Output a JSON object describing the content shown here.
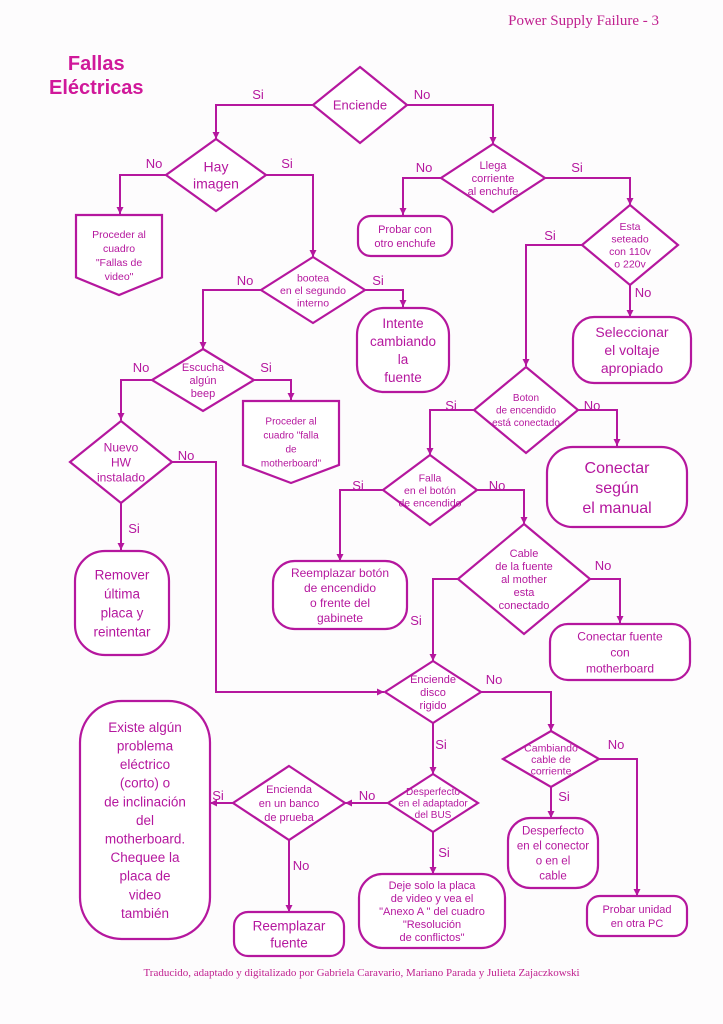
{
  "page_header": "Power Supply Failure - 3",
  "title_lines": [
    "Fallas",
    "Eléctricas"
  ],
  "footer": "Traducido, adaptado y digitalizado por Gabriela Caravario, Mariano Parada y Julieta Zajaczkowski",
  "nodes": {
    "enciende": {
      "shape": "diamond",
      "lines": [
        "Enciende"
      ]
    },
    "hay_imagen": {
      "shape": "diamond",
      "lines": [
        "Hay",
        "imagen"
      ]
    },
    "proceder_video": {
      "shape": "pentagon",
      "lines": [
        "Proceder al",
        "cuadro",
        "\"Fallas de",
        "video\""
      ]
    },
    "bootea": {
      "shape": "diamond",
      "lines": [
        "bootea",
        "en el segundo",
        "interno"
      ]
    },
    "intente_fuente": {
      "shape": "rounded",
      "lines": [
        "Intente",
        "cambiando",
        "la",
        "fuente"
      ]
    },
    "escucha_beep": {
      "shape": "diamond",
      "lines": [
        "Escucha",
        "algún",
        "beep"
      ]
    },
    "proceder_mother": {
      "shape": "pentagon",
      "lines": [
        "Proceder al",
        "cuadro  \"falla",
        "de",
        "motherboard\""
      ]
    },
    "nuevo_hw": {
      "shape": "diamond",
      "lines": [
        "Nuevo",
        "HW",
        "instalado"
      ]
    },
    "remover_placa": {
      "shape": "rounded",
      "lines": [
        "Remover",
        "última",
        "placa y",
        "reintentar"
      ]
    },
    "llega_corriente": {
      "shape": "diamond",
      "lines": [
        "Llega",
        "corriente",
        "al enchufe"
      ]
    },
    "probar_enchufe": {
      "shape": "rounded",
      "lines": [
        "Probar con",
        "otro enchufe"
      ]
    },
    "seteado": {
      "shape": "diamond",
      "lines": [
        "Esta",
        "seteado",
        "con 110v",
        "o 220v"
      ]
    },
    "seleccionar_voltaje": {
      "shape": "rounded",
      "lines": [
        "Seleccionar",
        "el voltaje",
        "apropiado"
      ]
    },
    "boton_conectado": {
      "shape": "diamond",
      "lines": [
        "Boton",
        "de encendido",
        "está conectado"
      ]
    },
    "conectar_manual": {
      "shape": "rounded",
      "lines": [
        "Conectar",
        "según",
        "el manual"
      ]
    },
    "falla_boton": {
      "shape": "diamond",
      "lines": [
        "Falla",
        "en el botón",
        "de encendido"
      ]
    },
    "reemplazar_boton": {
      "shape": "rounded",
      "lines": [
        "Reemplazar botón",
        "de encendido",
        "o frente del",
        "gabinete"
      ]
    },
    "cable_fuente": {
      "shape": "diamond",
      "lines": [
        "Cable",
        "de la fuente",
        "al mother",
        "esta",
        "conectado"
      ]
    },
    "conectar_fuente": {
      "shape": "rounded",
      "lines": [
        "Conectar fuente",
        "con",
        "motherboard"
      ]
    },
    "enciende_disco": {
      "shape": "diamond",
      "lines": [
        "Enciende",
        "disco",
        "rigido"
      ]
    },
    "cambiando_cable": {
      "shape": "diamond",
      "lines": [
        "Cambiando",
        "cable de",
        "corriente"
      ]
    },
    "desperfecto_conector": {
      "shape": "rounded",
      "lines": [
        "Desperfecto",
        "en el conector",
        "o en el",
        "cable"
      ]
    },
    "probar_unidad": {
      "shape": "rounded",
      "lines": [
        "Probar unidad",
        "en otra PC"
      ]
    },
    "desperfecto_bus": {
      "shape": "diamond",
      "lines": [
        "Desperfecto",
        "en el adaptador",
        "del BUS"
      ]
    },
    "deje_placa": {
      "shape": "rounded",
      "lines": [
        "Deje solo la placa",
        "de video y vea el",
        "\"Anexo A \" del cuadro",
        "\"Resolución",
        "de conflictos\""
      ]
    },
    "banco_prueba": {
      "shape": "diamond",
      "lines": [
        "Encienda",
        "en un banco",
        "de prueba"
      ]
    },
    "reemplazar_fuente": {
      "shape": "rounded",
      "lines": [
        "Reemplazar",
        "fuente"
      ]
    },
    "problema_electrico": {
      "shape": "rounded",
      "lines": [
        "Existe algún",
        "problema",
        "eléctrico",
        "(corto) o",
        "de inclinación",
        "del",
        "motherboard.",
        "Chequee la",
        "placa de",
        "video",
        "también"
      ]
    }
  },
  "edges": [
    {
      "from": "enciende",
      "to": "hay_imagen",
      "label": "Si"
    },
    {
      "from": "enciende",
      "to": "llega_corriente",
      "label": "No"
    },
    {
      "from": "hay_imagen",
      "to": "proceder_video",
      "label": "No"
    },
    {
      "from": "hay_imagen",
      "to": "bootea",
      "label": "Si"
    },
    {
      "from": "bootea",
      "to": "escucha_beep",
      "label": "No"
    },
    {
      "from": "bootea",
      "to": "intente_fuente",
      "label": "Si"
    },
    {
      "from": "escucha_beep",
      "to": "nuevo_hw",
      "label": "No"
    },
    {
      "from": "escucha_beep",
      "to": "proceder_mother",
      "label": "Si"
    },
    {
      "from": "nuevo_hw",
      "to": "remover_placa",
      "label": "Si"
    },
    {
      "from": "nuevo_hw",
      "to": "enciende_disco",
      "label": "No"
    },
    {
      "from": "llega_corriente",
      "to": "probar_enchufe",
      "label": "No"
    },
    {
      "from": "llega_corriente",
      "to": "seteado",
      "label": "Si"
    },
    {
      "from": "seteado",
      "to": "seleccionar_voltaje",
      "label": "No"
    },
    {
      "from": "seteado",
      "to": "boton_conectado",
      "label": "Si"
    },
    {
      "from": "boton_conectado",
      "to": "conectar_manual",
      "label": "No"
    },
    {
      "from": "boton_conectado",
      "to": "falla_boton",
      "label": "Si"
    },
    {
      "from": "falla_boton",
      "to": "reemplazar_boton",
      "label": "Si"
    },
    {
      "from": "falla_boton",
      "to": "cable_fuente",
      "label": "No"
    },
    {
      "from": "cable_fuente",
      "to": "conectar_fuente",
      "label": "No"
    },
    {
      "from": "cable_fuente",
      "to": "enciende_disco",
      "label": "Si"
    },
    {
      "from": "enciende_disco",
      "to": "cambiando_cable",
      "label": "No"
    },
    {
      "from": "enciende_disco",
      "to": "desperfecto_bus",
      "label": "Si"
    },
    {
      "from": "cambiando_cable",
      "to": "desperfecto_conector",
      "label": "Si"
    },
    {
      "from": "cambiando_cable",
      "to": "probar_unidad",
      "label": "No"
    },
    {
      "from": "desperfecto_bus",
      "to": "deje_placa",
      "label": "Si"
    },
    {
      "from": "desperfecto_bus",
      "to": "banco_prueba",
      "label": "No"
    },
    {
      "from": "banco_prueba",
      "to": "problema_electrico",
      "label": "Si"
    },
    {
      "from": "banco_prueba",
      "to": "reemplazar_fuente",
      "label": "No"
    }
  ]
}
